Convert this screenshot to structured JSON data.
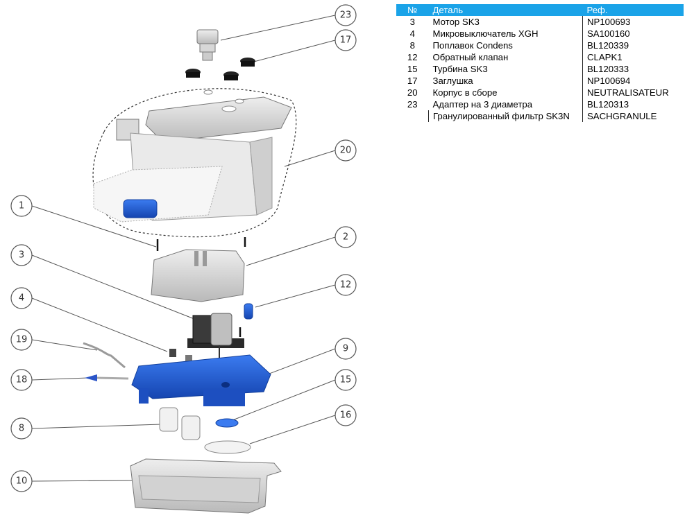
{
  "table": {
    "headers": {
      "num": "№",
      "name": "Деталь",
      "ref": "Реф."
    },
    "rows": [
      {
        "num": "3",
        "name": "Мотор SK3",
        "ref": "NP100693"
      },
      {
        "num": "4",
        "name": "Микровыключатель XGH",
        "ref": "SA100160"
      },
      {
        "num": "8",
        "name": "Поплавок Condens",
        "ref": "BL120339"
      },
      {
        "num": "12",
        "name": "Обратный клапан",
        "ref": "CLAPK1"
      },
      {
        "num": "15",
        "name": "Турбина SK3",
        "ref": "BL120333"
      },
      {
        "num": "17",
        "name": "Заглушка",
        "ref": "NP100694"
      },
      {
        "num": "20",
        "name": "Корпус в сборе",
        "ref": "NEUTRALISATEUR"
      },
      {
        "num": "23",
        "name": "Адаптер на 3 диаметра",
        "ref": "BL120313"
      },
      {
        "num": "",
        "name": "Гранулированный фильтр SK3N",
        "ref": "SACHGRANULE"
      }
    ]
  },
  "callouts": {
    "c23": "23",
    "c17": "17",
    "c20": "20",
    "c1": "1",
    "c2": "2",
    "c3": "3",
    "c12": "12",
    "c4": "4",
    "c19": "19",
    "c9": "9",
    "c18": "18",
    "c15": "15",
    "c8": "8",
    "c16": "16",
    "c10": "10"
  },
  "colors": {
    "header": "#1aa3e8",
    "part_blue": "#1d5fd6",
    "line": "#555555"
  }
}
